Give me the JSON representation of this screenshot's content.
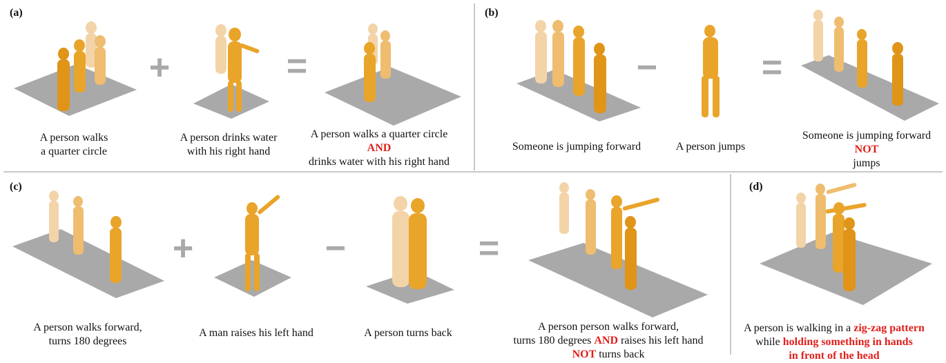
{
  "panels": {
    "a": {
      "label": "(a)",
      "captions": [
        {
          "lines": [
            "A person walks",
            "a quarter circle"
          ]
        },
        {
          "lines": [
            "A person drinks water",
            "with his right hand"
          ]
        },
        {
          "line1": "A person walks a quarter circle",
          "keyword": "AND",
          "line3": "drinks water with his right hand"
        }
      ],
      "operators": [
        "+",
        "="
      ]
    },
    "b": {
      "label": "(b)",
      "captions": [
        {
          "lines": [
            "Someone is jumping forward"
          ]
        },
        {
          "lines": [
            "A person jumps"
          ]
        },
        {
          "line1": "Someone is jumping forward",
          "keyword": "NOT",
          "line3": "jumps"
        }
      ],
      "operators": [
        "−",
        "="
      ]
    },
    "c": {
      "label": "(c)",
      "captions": [
        {
          "lines": [
            "A person walks forward,",
            "turns 180 degrees"
          ]
        },
        {
          "lines": [
            "A man raises his left hand"
          ]
        },
        {
          "lines": [
            "A person turns back"
          ]
        },
        {
          "line1": "A person person walks forward,",
          "line2_pre": "turns 180 degrees ",
          "keyword1": "AND",
          "line2_post": " raises his left hand",
          "keyword2": "NOT",
          "line3_post": " turns back"
        }
      ],
      "operators": [
        "+",
        "−",
        "="
      ]
    },
    "d": {
      "label": "(d)",
      "caption": {
        "pre": "A person is walking in a ",
        "highlight1": "zig-zag pattern",
        "line2_pre": "while ",
        "highlight2": "holding something in hands",
        "highlight3": "in front of the head"
      }
    }
  },
  "colors": {
    "figure": "#e9a42a",
    "figure_light": "#f3d4a8",
    "floor": "#a9a9a9",
    "keyword": "#e0201c",
    "operator": "#a9a9a9"
  }
}
